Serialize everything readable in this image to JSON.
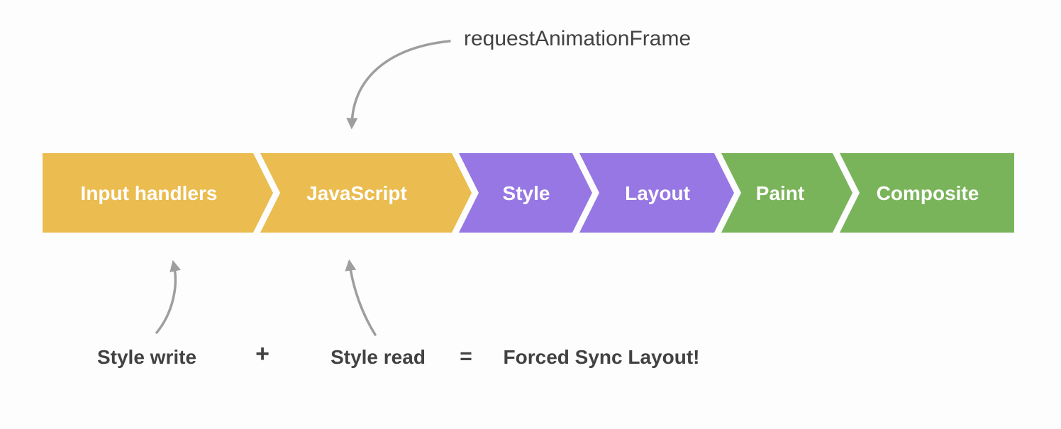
{
  "colors": {
    "background": "#fdfdfd",
    "gold": "#EBBC4F",
    "purple": "#9677E3",
    "green": "#7AB45A",
    "chevron_text": "#ffffff",
    "text_dark": "#424242",
    "arrow_gray": "#9e9e9e"
  },
  "annotations": {
    "raf_label": "requestAnimationFrame",
    "style_write": "Style write",
    "plus": "+",
    "style_read": "Style read",
    "equals": "=",
    "result": "Forced Sync Layout!"
  },
  "pipeline": {
    "stages": [
      {
        "id": "input-handlers",
        "label": "Input handlers",
        "color": "#EBBC4F"
      },
      {
        "id": "javascript",
        "label": "JavaScript",
        "color": "#EBBC4F"
      },
      {
        "id": "style",
        "label": "Style",
        "color": "#9677E3"
      },
      {
        "id": "layout",
        "label": "Layout",
        "color": "#9677E3"
      },
      {
        "id": "paint",
        "label": "Paint",
        "color": "#7AB45A"
      },
      {
        "id": "composite",
        "label": "Composite",
        "color": "#7AB45A"
      }
    ]
  }
}
